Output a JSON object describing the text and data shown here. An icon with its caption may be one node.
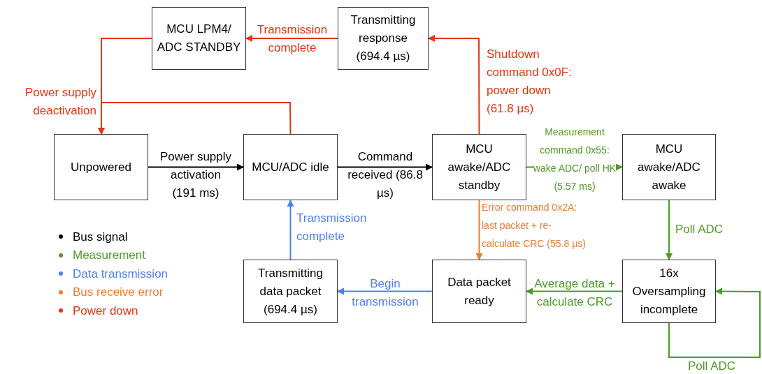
{
  "diagram": {
    "nodes": [
      {
        "text": [
          "MCU LPM4/ ADC STANDBY"
        ]
      },
      {
        "text": [
          "Transmitting response (694.4 µs)"
        ]
      },
      {
        "text": [
          "Unpowered"
        ]
      },
      {
        "text": [
          "MCU/ADC idle"
        ]
      },
      {
        "text": [
          "MCU awake/ADC standby"
        ]
      },
      {
        "text": [
          "MCU awake/ADC awake"
        ]
      },
      {
        "text": [
          "Transmitting data packet (694.4 µs)"
        ]
      },
      {
        "text": [
          "Data packet ready"
        ]
      },
      {
        "text": [
          "16x Oversampling incomplete"
        ]
      }
    ],
    "edges": [
      {
        "from": 2,
        "to": 3,
        "arrow": "to",
        "label": "Power supply activation (191 ms)",
        "color": "#000000"
      },
      {
        "from": 3,
        "to": 4,
        "arrow": "to",
        "label": "Command received (86.8 µs)",
        "color": "#000000"
      },
      {
        "from": 4,
        "to": 5,
        "arrow": "to",
        "label": "Measurement command 0x55: wake ADC/ poll HK (5.57 ms)",
        "color": "#4e9a28"
      },
      {
        "from": 4,
        "to": 7,
        "arrow": "to",
        "label": "Error command 0x2A: last packet + re-calculate CRC (55.8 µs)",
        "color": "#ed7d31"
      },
      {
        "from": 5,
        "to": 8,
        "arrow": "to",
        "label": "Poll ADC",
        "color": "#4e9a28"
      },
      {
        "from": 8,
        "to": 8,
        "arrow": "to",
        "label": "Poll ADC",
        "color": "#4e9a28"
      },
      {
        "from": 8,
        "to": 7,
        "arrow": "to",
        "label": "Average data + calculate CRC",
        "color": "#4e9a28"
      },
      {
        "from": 7,
        "to": 6,
        "arrow": "to",
        "label": "Begin transmission",
        "color": "#4f7ff0"
      },
      {
        "from": 6,
        "to": 3,
        "arrow": "to",
        "label": "Transmission complete",
        "color": "#4f7ff0"
      },
      {
        "from": 4,
        "to": 1,
        "arrow": "to",
        "label": "Shutdown command 0x0F: power down (61.8 µs)",
        "color": "#e8330f"
      },
      {
        "from": 1,
        "to": 0,
        "arrow": "to",
        "label": "Transmission complete",
        "color": "#e8330f"
      },
      {
        "from": 0,
        "to": 2,
        "arrow": "to",
        "label": "Power supply deactivation",
        "color": "#e8330f"
      },
      {
        "from": 3,
        "to": 2,
        "arrow": "to",
        "color": "#e8330f"
      }
    ],
    "legend": [
      {
        "text": "Bus signal",
        "color": "#000000"
      },
      {
        "text": "Measurement",
        "color": "#4e9a28"
      },
      {
        "text": "Data transmission",
        "color": "#4f7ff0"
      },
      {
        "text": "Bus receive error",
        "color": "#ed7d31"
      },
      {
        "text": "Power down",
        "color": "#e8330f"
      }
    ]
  }
}
